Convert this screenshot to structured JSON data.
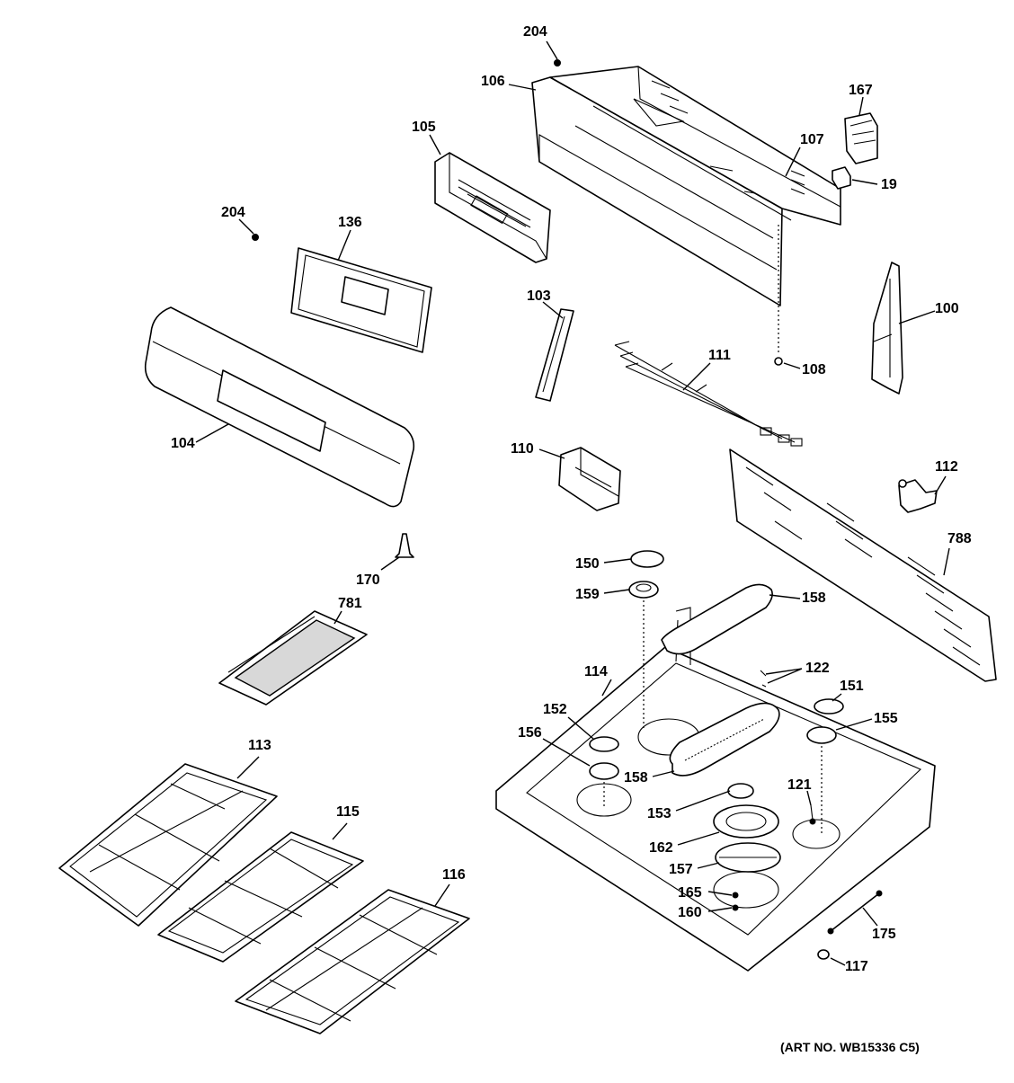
{
  "art_number": "(ART NO. WB15336 C5)",
  "parts": [
    {
      "id": "p204a",
      "label": "204"
    },
    {
      "id": "p106",
      "label": "106"
    },
    {
      "id": "p167",
      "label": "167"
    },
    {
      "id": "p105",
      "label": "105"
    },
    {
      "id": "p107",
      "label": "107"
    },
    {
      "id": "p19",
      "label": "19"
    },
    {
      "id": "p204b",
      "label": "204"
    },
    {
      "id": "p136",
      "label": "136"
    },
    {
      "id": "p103",
      "label": "103"
    },
    {
      "id": "p100",
      "label": "100"
    },
    {
      "id": "p111",
      "label": "111"
    },
    {
      "id": "p108",
      "label": "108"
    },
    {
      "id": "p104",
      "label": "104"
    },
    {
      "id": "p110",
      "label": "110"
    },
    {
      "id": "p112",
      "label": "112"
    },
    {
      "id": "p170",
      "label": "170"
    },
    {
      "id": "p150",
      "label": "150"
    },
    {
      "id": "p788",
      "label": "788"
    },
    {
      "id": "p159",
      "label": "159"
    },
    {
      "id": "p158a",
      "label": "158"
    },
    {
      "id": "p781",
      "label": "781"
    },
    {
      "id": "p114",
      "label": "114"
    },
    {
      "id": "p122",
      "label": "122"
    },
    {
      "id": "p152",
      "label": "152"
    },
    {
      "id": "p151",
      "label": "151"
    },
    {
      "id": "p155",
      "label": "155"
    },
    {
      "id": "p156",
      "label": "156"
    },
    {
      "id": "p113",
      "label": "113"
    },
    {
      "id": "p158b",
      "label": "158"
    },
    {
      "id": "p121",
      "label": "121"
    },
    {
      "id": "p153",
      "label": "153"
    },
    {
      "id": "p115",
      "label": "115"
    },
    {
      "id": "p162",
      "label": "162"
    },
    {
      "id": "p157",
      "label": "157"
    },
    {
      "id": "p116",
      "label": "116"
    },
    {
      "id": "p165",
      "label": "165"
    },
    {
      "id": "p175",
      "label": "175"
    },
    {
      "id": "p160",
      "label": "160"
    },
    {
      "id": "p117",
      "label": "117"
    }
  ]
}
